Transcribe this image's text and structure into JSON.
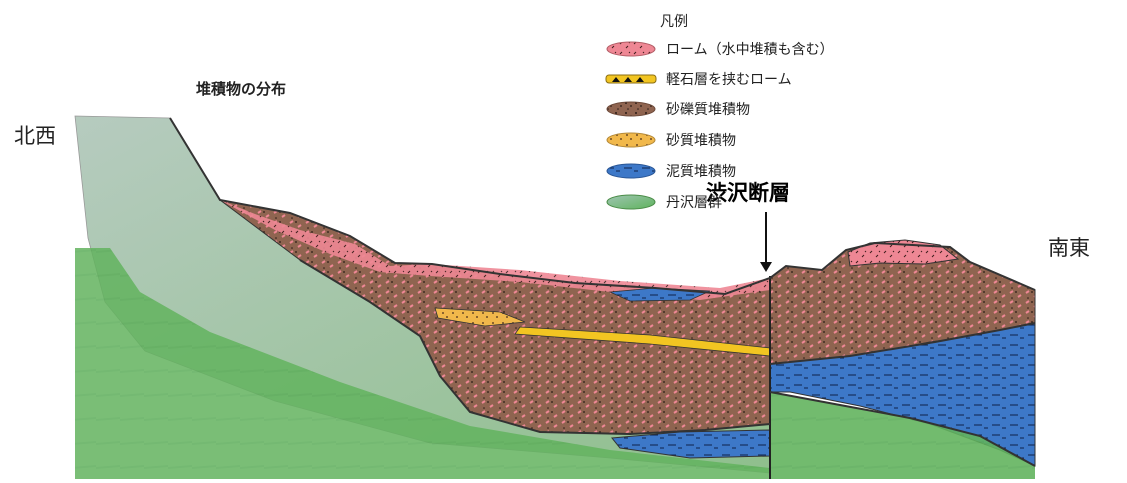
{
  "title": "堆積物の分布",
  "directions": {
    "northwest": "北西",
    "southeast": "南東"
  },
  "fault": {
    "label": "渋沢断層"
  },
  "legend": {
    "title": "凡例",
    "items": [
      {
        "label": "ローム（水中堆積も含む）",
        "color": "#ec7f8a"
      },
      {
        "label": "軽石層を挟むローム",
        "color": "#f2c522"
      },
      {
        "label": "砂礫質堆積物",
        "color": "#9a6b56"
      },
      {
        "label": "砂質堆積物",
        "color": "#f0c46a"
      },
      {
        "label": "泥質堆積物",
        "color": "#3f79c8"
      },
      {
        "label": "丹沢層群",
        "color": "#6fb46b"
      }
    ]
  },
  "colors": {
    "tanzawa_light": "#a9c7b6",
    "tanzawa_green": "#62b35e",
    "gravel": "#8f6450",
    "loam": "#ee8794",
    "sand": "#f1b84b",
    "mud": "#3d78c8",
    "outline": "#333333"
  }
}
